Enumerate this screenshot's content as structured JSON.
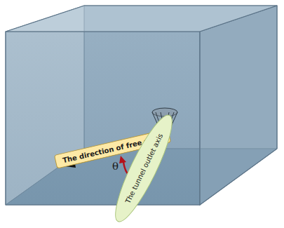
{
  "diagram": {
    "nodes": [
      {
        "text": [
          "The direction of free wind"
        ]
      },
      {
        "text": [
          "The tunnel outlet axis"
        ]
      }
    ],
    "labels": [
      "θ"
    ]
  }
}
